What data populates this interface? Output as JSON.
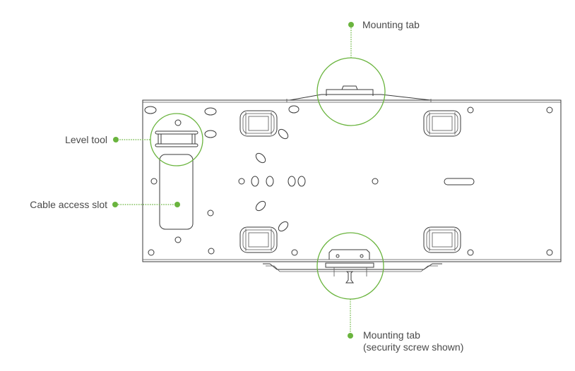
{
  "figure": {
    "subject": "Wall mount bracket, rear view",
    "accent_color": "#6ab43e",
    "line_color": "#3a3a3a",
    "callouts": [
      {
        "id": "mounting-tab-top",
        "label": "Mounting tab",
        "sublabel": ""
      },
      {
        "id": "level-tool",
        "label": "Level tool",
        "sublabel": ""
      },
      {
        "id": "cable-access-slot",
        "label": "Cable access slot",
        "sublabel": ""
      },
      {
        "id": "mounting-tab-bottom",
        "label": "Mounting tab",
        "sublabel": "(security screw shown)"
      }
    ]
  }
}
